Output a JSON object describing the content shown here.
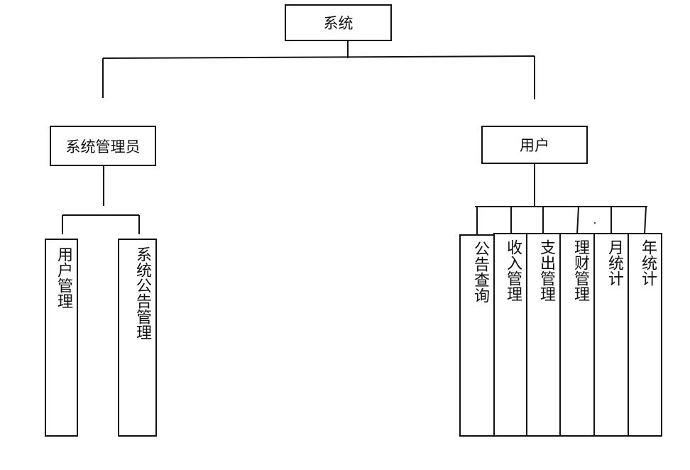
{
  "diagram": {
    "root": {
      "label": "系统"
    },
    "admin": {
      "label": "系统管理员",
      "children": [
        {
          "label": "用户管理"
        },
        {
          "label": "系统公告管理"
        }
      ]
    },
    "user": {
      "label": "用户",
      "children": [
        {
          "label": "公告查询"
        },
        {
          "label": "收入管理"
        },
        {
          "label": "支出管理"
        },
        {
          "label": "理财管理"
        },
        {
          "label": "月统计"
        },
        {
          "label": "年统计"
        }
      ]
    }
  }
}
